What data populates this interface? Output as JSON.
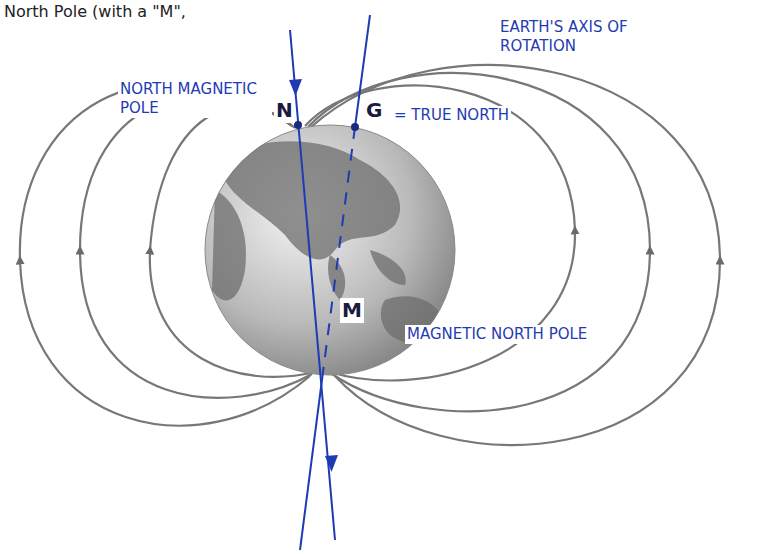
{
  "diagram": {
    "labels": [
      "North Pole (with a \"M\",",
      "EARTH'S AXIS OF ROTATION",
      "NORTH MAGNETIC POLE",
      "N",
      "G",
      "= TRUE NORTH",
      "M",
      "MAGNETIC NORTH POLE"
    ]
  }
}
